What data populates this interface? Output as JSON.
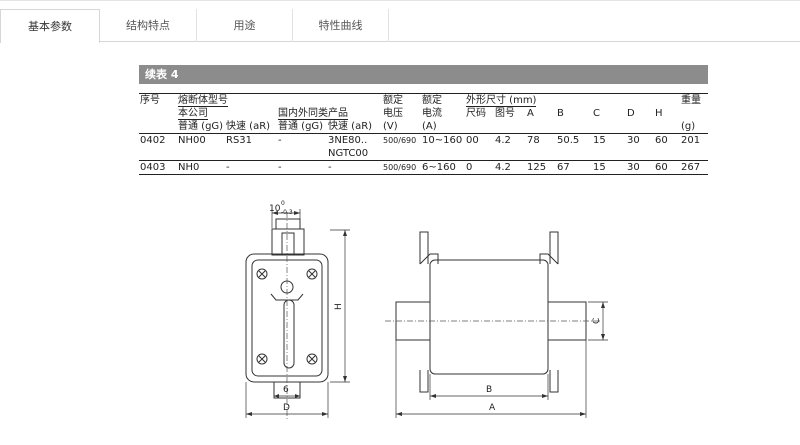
{
  "tabs": [
    {
      "label": "基本参数",
      "active": true
    },
    {
      "label": "结构特点",
      "active": false
    },
    {
      "label": "用途",
      "active": false
    },
    {
      "label": "特性曲线",
      "active": false
    }
  ],
  "table": {
    "title": "续表 4",
    "head": {
      "seq": "序号",
      "fuse_model": "熔断体型号",
      "company": "本公司",
      "domestic": "国内外同类产品",
      "gg1": "普通 (gG)",
      "ar1": "快速 (aR)",
      "gg2": "普通 (gG)",
      "ar2": "快速 (aR)",
      "rated1": "额定",
      "rated2": "额定",
      "voltage": "电压",
      "current": "电流",
      "volt_unit": "(V)",
      "amp_unit": "(A)",
      "dims": "外形尺寸 (mm)",
      "size": "尺码",
      "fig": "图号",
      "A": "A",
      "B": "B",
      "C": "C",
      "D": "D",
      "H": "H",
      "weight": "重量",
      "weight_unit": "(g)"
    },
    "rows": [
      {
        "seq": "0402",
        "gg": "NH00",
        "ar": "RS31",
        "gg2": "-",
        "ar2": "3NE80..",
        "ar2b": "NGTC00",
        "v": "500/690",
        "a": "10~160",
        "size": "00",
        "fig": "4.2",
        "A": "78",
        "B": "50.5",
        "C": "15",
        "D": "30",
        "H": "60",
        "w": "201"
      },
      {
        "seq": "0403",
        "gg": "NH0",
        "ar": "-",
        "gg2": "-",
        "ar2": "-",
        "ar2b": "",
        "v": "500/690",
        "a": "6~160",
        "size": "0",
        "fig": "4.2",
        "A": "125",
        "B": "67",
        "C": "15",
        "D": "30",
        "H": "60",
        "w": "267"
      }
    ]
  },
  "drawing": {
    "dim_top": "10",
    "dim_top_sup": "0",
    "dim_top_sub": "-0.3",
    "dim_6": "6",
    "dim_D": "D",
    "dim_H": "H",
    "dim_A": "A",
    "dim_B": "B",
    "dim_C": "C"
  }
}
